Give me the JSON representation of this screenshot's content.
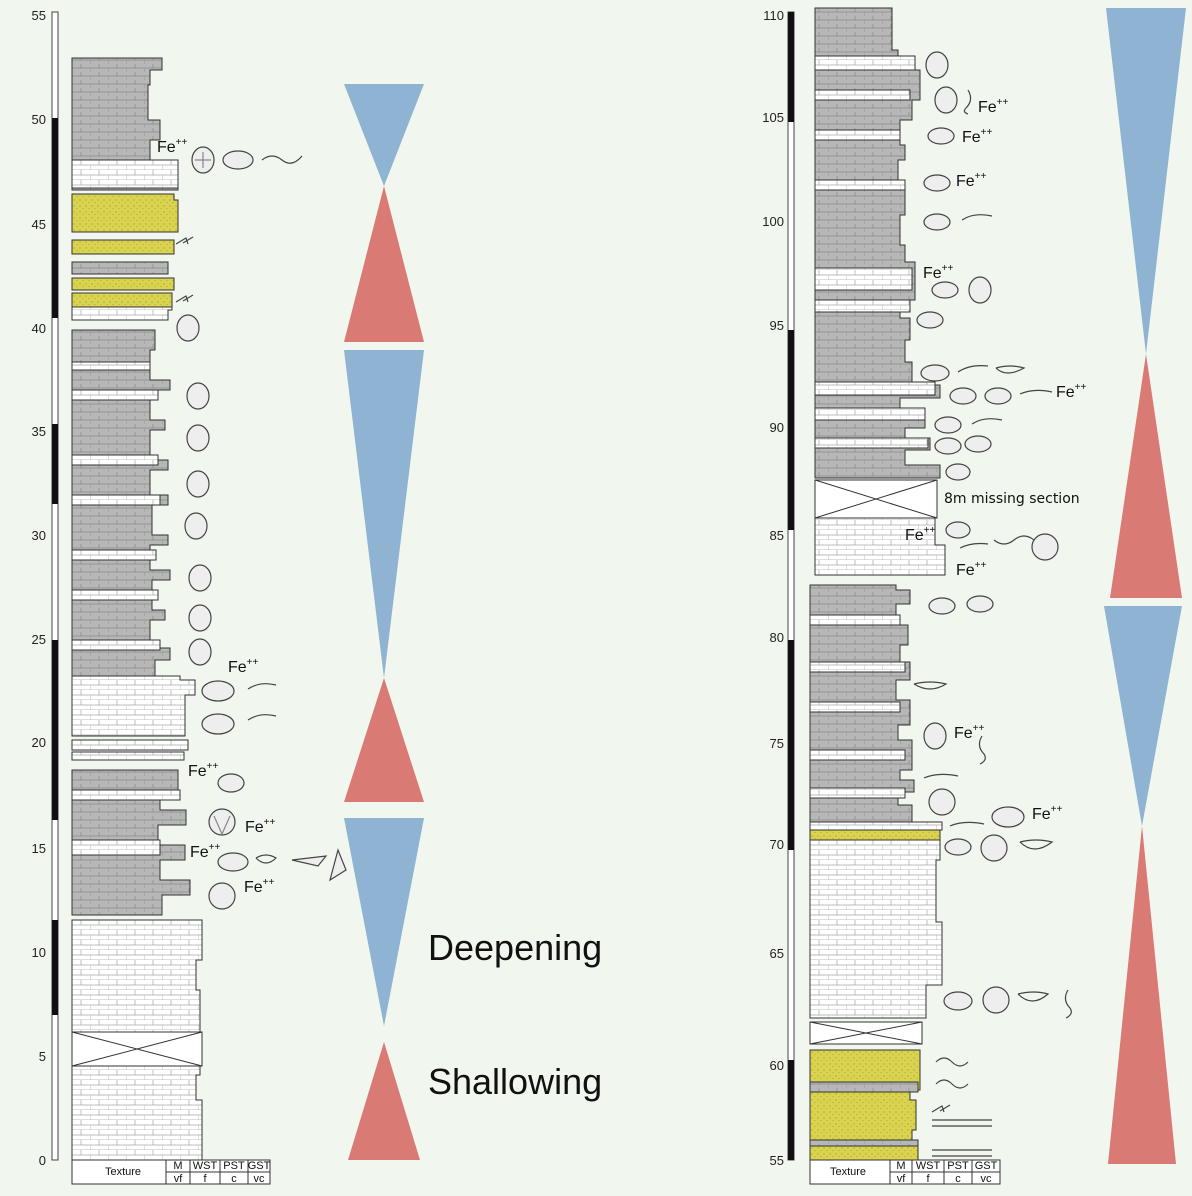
{
  "colors": {
    "background": "#f1f6ef",
    "deepening": "#8fb3d2",
    "shallowing": "#d97a74",
    "limestone": "#ffffff",
    "mudstone": "#b9b9b9",
    "sandstone": "#d9d34f",
    "outline": "#333333"
  },
  "left_column": {
    "scale_ticks": [
      "0",
      "5",
      "10",
      "15",
      "20",
      "25",
      "30",
      "35",
      "40",
      "45",
      "50",
      "55"
    ],
    "fe_label": "Fe",
    "fe_superscript": "++",
    "texture_labels": {
      "texture": "Texture",
      "top": [
        "M",
        "WST",
        "PST",
        "GST"
      ],
      "bottom": [
        "vf",
        "f",
        "c",
        "vc"
      ]
    }
  },
  "right_column": {
    "scale_ticks": [
      "55",
      "60",
      "65",
      "70",
      "75",
      "80",
      "85",
      "90",
      "95",
      "100",
      "105",
      "110"
    ],
    "missing_section_label": "8m missing section",
    "texture_labels": {
      "texture": "Texture",
      "top": [
        "M",
        "WST",
        "PST",
        "GST"
      ],
      "bottom": [
        "vf",
        "f",
        "c",
        "vc"
      ]
    }
  },
  "legend": {
    "deepening": "Deepening",
    "shallowing": "Shallowing"
  },
  "icons": [
    "ammonite-icon",
    "bivalve-icon",
    "burrow-icon",
    "scallop-icon",
    "gastropod-icon",
    "ripple-icon",
    "cross-bedding-icon"
  ]
}
